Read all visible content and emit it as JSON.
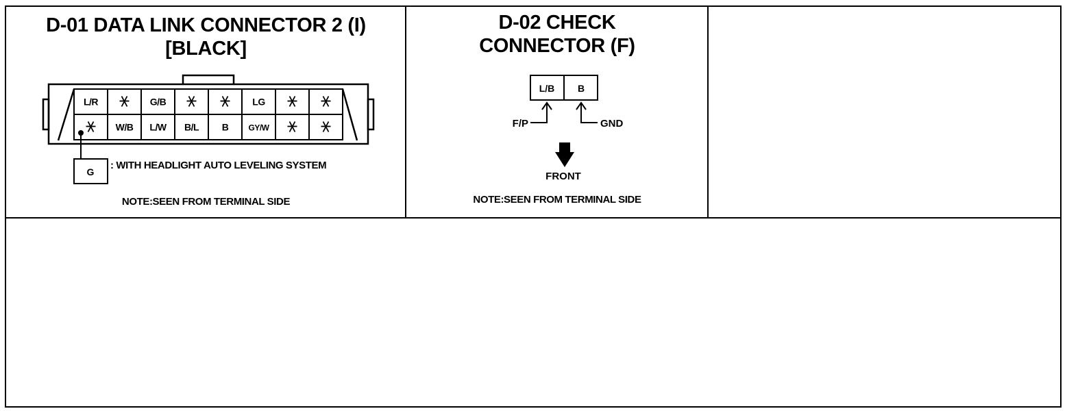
{
  "connectors": [
    {
      "title_line1": "D-01 DATA LINK CONNECTOR 2 (I)",
      "title_line2": "[BLACK]",
      "top_row": [
        "L/R",
        "*",
        "G/B",
        "*",
        "*",
        "LG",
        "*",
        "*"
      ],
      "bottom_row": [
        "*",
        "W/B",
        "L/W",
        "B/L",
        "B",
        "GY/W",
        "*",
        "*"
      ],
      "option_terminal_label": "G",
      "option_text": ": WITH HEADLIGHT AUTO LEVELING SYSTEM",
      "note": "NOTE:SEEN FROM TERMINAL SIDE"
    },
    {
      "title_line1": "D-02 CHECK",
      "title_line2": "CONNECTOR (F)",
      "terminals": [
        "L/B",
        "B"
      ],
      "left_callout": "F/P",
      "right_callout": "GND",
      "front_label": "FRONT",
      "note": "NOTE:SEEN FROM TERMINAL SIDE"
    }
  ],
  "empty_marker": "*"
}
